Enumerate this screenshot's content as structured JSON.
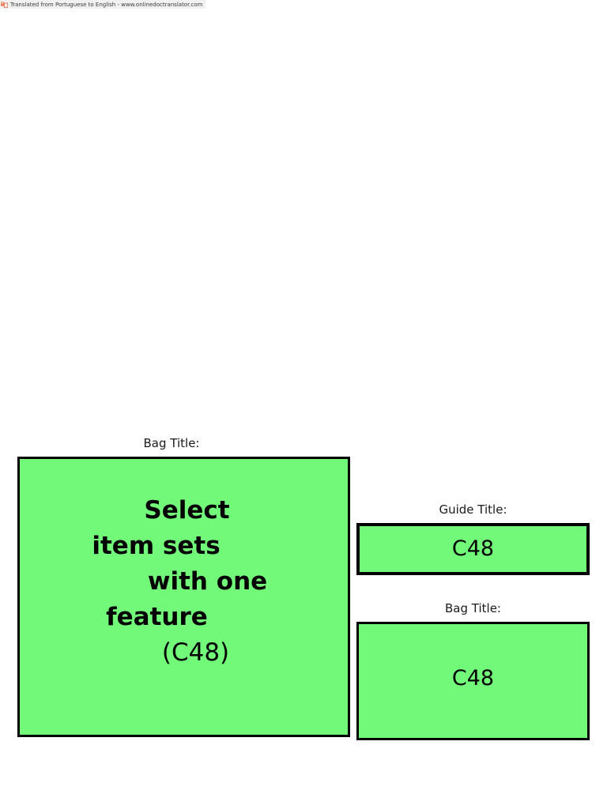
{
  "banner": {
    "icon": "translator-logo-icon",
    "text": "Translated from Portuguese to English - www.onlinedoctranslator.com"
  },
  "fields": {
    "bag_main": {
      "label": "Bag Title:",
      "lines": [
        "Select",
        "item sets",
        "with one",
        "feature"
      ],
      "code": "(C48)"
    },
    "guide": {
      "label": "Guide Title:",
      "value": "C48"
    },
    "bag_small": {
      "label": "Bag Title:",
      "value": "C48"
    }
  },
  "colors": {
    "box_fill": "#72f97a",
    "box_border": "#000000",
    "text": "#000000",
    "banner_background": "#f1f1f1",
    "banner_text": "#3b3b3b",
    "banner_icon": "#e8734a"
  }
}
